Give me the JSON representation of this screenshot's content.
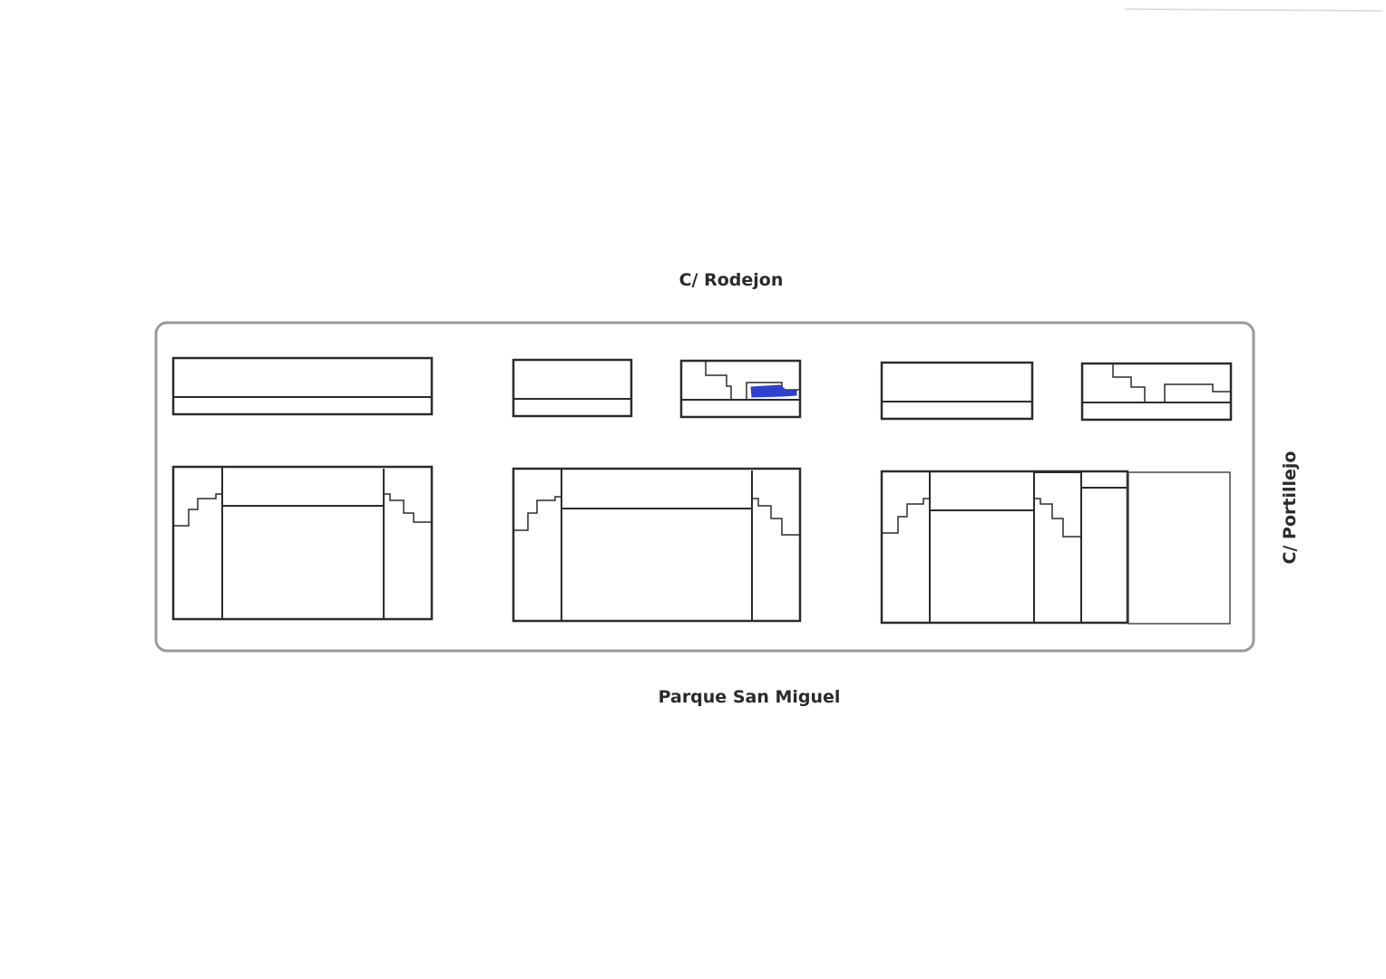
{
  "map": {
    "street_north": "C/ Rodejon",
    "street_south": "Parque San Miguel",
    "street_east": "C/ Portillejo"
  },
  "colors": {
    "line": "#2b2b2b",
    "block_outline": "#9a9a9a",
    "highlight": "#2f3fd0",
    "background": "#ffffff"
  }
}
